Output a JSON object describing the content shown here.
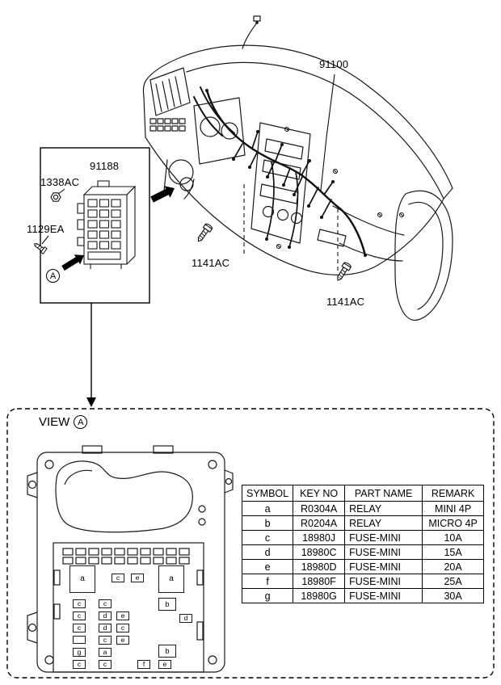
{
  "diagram": {
    "main_part_label": "91100",
    "detail_part_label": "91188",
    "fastener_labels": {
      "nut": "1338AC",
      "screw": "1129EA",
      "bolt_left": "1141AC",
      "bolt_right": "1141AC"
    },
    "detail_view_letter": "A"
  },
  "view_section": {
    "title": "VIEW",
    "letter": "A"
  },
  "table": {
    "headers": [
      "SYMBOL",
      "KEY NO",
      "PART NAME",
      "REMARK"
    ],
    "rows": [
      [
        "a",
        "R0304A",
        "RELAY",
        "MINI 4P"
      ],
      [
        "b",
        "R0204A",
        "RELAY",
        "MICRO 4P"
      ],
      [
        "c",
        "18980J",
        "FUSE-MINI",
        "10A"
      ],
      [
        "d",
        "18980C",
        "FUSE-MINI",
        "15A"
      ],
      [
        "e",
        "18980D",
        "FUSE-MINI",
        "20A"
      ],
      [
        "f",
        "18980F",
        "FUSE-MINI",
        "25A"
      ],
      [
        "g",
        "18980G",
        "FUSE-MINI",
        "30A"
      ]
    ]
  },
  "fusebox": {
    "cells": [
      "a",
      "c",
      "e",
      "a",
      "c",
      "c",
      "b",
      "c",
      "d",
      "e",
      "c",
      "d",
      "c",
      "d",
      "c",
      "e",
      "g",
      "a",
      "b",
      "c",
      "c",
      "f",
      "e"
    ]
  }
}
